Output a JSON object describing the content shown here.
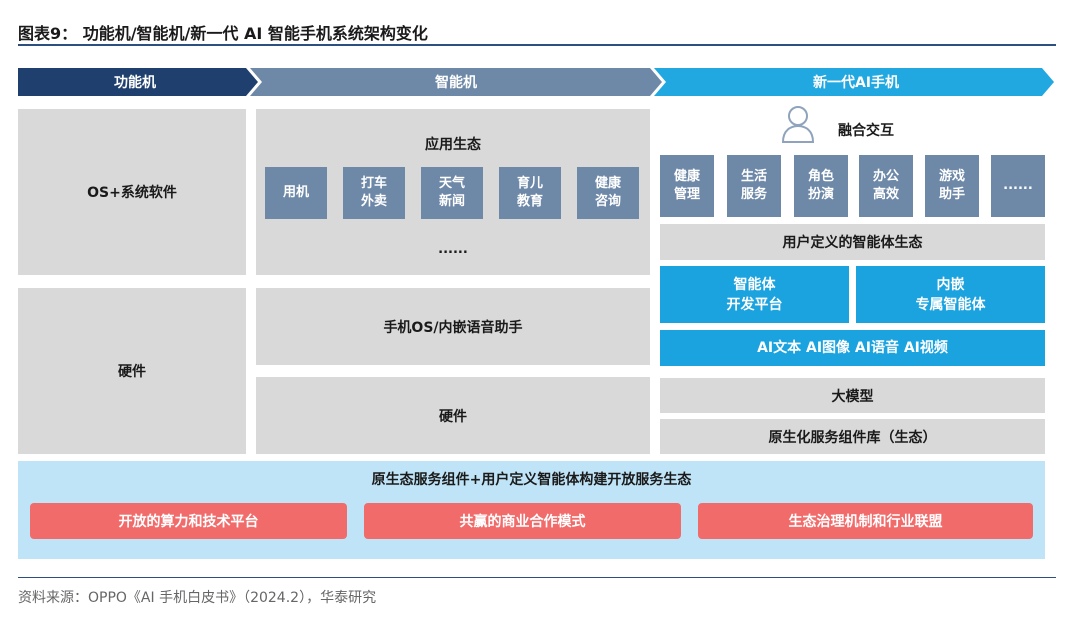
{
  "title": "图表9： 功能机/智能机/新一代 AI 智能手机系统架构变化",
  "colors": {
    "dark_navy": "#1f3f6f",
    "slate": "#6e88a8",
    "sky_blue": "#21a8e0",
    "gray": "#d9d9d9",
    "light_blue": "#bfe4f7",
    "coral": "#f26b6b"
  },
  "phases": [
    "功能机",
    "智能机",
    "新一代AI手机"
  ],
  "feature_phone": {
    "os": "OS+系统软件",
    "hardware": "硬件"
  },
  "smart_phone": {
    "ecosystem_title": "应用生态",
    "apps": [
      "用机",
      "打车\n外卖",
      "天气\n新闻",
      "育儿\n教育",
      "健康\n咨询"
    ],
    "more": "......",
    "os": "手机OS/内嵌语音助手",
    "hardware": "硬件"
  },
  "ai_phone": {
    "interaction": "融合交互",
    "user_icon": "user-icon",
    "scenarios": [
      "健康\n管理",
      "生活\n服务",
      "角色\n扮演",
      "办公\n高效",
      "游戏\n助手",
      "......"
    ],
    "agent_ecosystem": "用户定义的智能体生态",
    "platforms": [
      "智能体\n开发平台",
      "内嵌\n专属智能体"
    ],
    "modalities": "AI文本 AI图像 AI语音 AI视频",
    "big_model": "大模型",
    "service_lib": "原生化服务组件库（生态）"
  },
  "bottom": {
    "title": "原生态服务组件+用户定义智能体构建开放服务生态",
    "pillars": [
      "开放的算力和技术平台",
      "共赢的商业合作模式",
      "生态治理机制和行业联盟"
    ]
  },
  "source": "资料来源：OPPO《AI 手机白皮书》（2024.2），华泰研究"
}
